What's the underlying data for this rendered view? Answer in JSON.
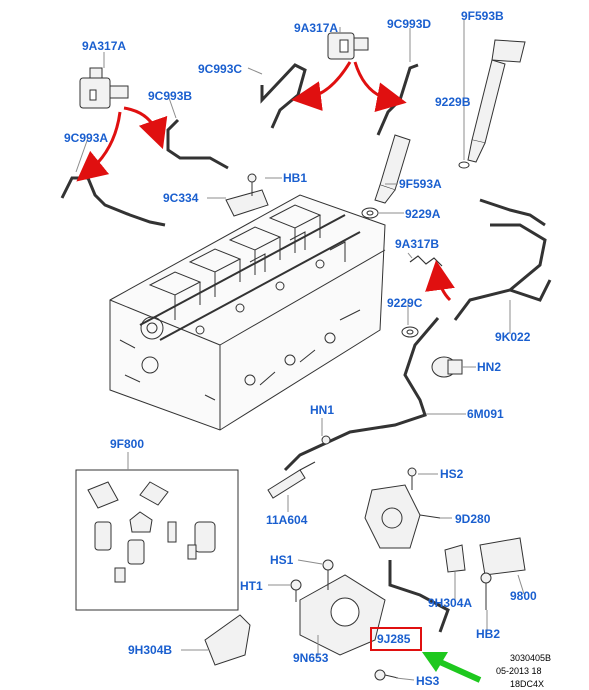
{
  "callouts": {
    "c_9A317A_left": "9A317A",
    "c_9A317A_top": "9A317A",
    "c_9C993B": "9C993B",
    "c_9C993C": "9C993C",
    "c_9C993D": "9C993D",
    "c_9F593B": "9F593B",
    "c_9229B": "9229B",
    "c_9C993A": "9C993A",
    "c_HB1": "HB1",
    "c_9C334": "9C334",
    "c_9F593A": "9F593A",
    "c_9229A": "9229A",
    "c_9A317B": "9A317B",
    "c_9229C": "9229C",
    "c_9K022": "9K022",
    "c_HN2": "HN2",
    "c_HN1": "HN1",
    "c_6M091": "6M091",
    "c_9F800": "9F800",
    "c_HS2": "HS2",
    "c_11A604": "11A604",
    "c_9D280": "9D280",
    "c_HS1": "HS1",
    "c_HT1": "HT1",
    "c_9H304A": "9H304A",
    "c_9800": "9800",
    "c_HB2": "HB2",
    "c_9J285": "9J285",
    "c_9H304B": "9H304B",
    "c_9N653": "9N653",
    "c_HS3": "HS3"
  },
  "highlight_part": "9J285",
  "stamp": {
    "line1": "3030405B",
    "line2": "05-2013 18",
    "line3": "18DC4X"
  },
  "colors": {
    "callout_text": "#1a5fcf",
    "leader_line": "#8c8c8c",
    "highlight_box": "#e01010",
    "red_arrow": "#e01010",
    "green_arrow": "#1ec81e",
    "line_art": "#333333"
  }
}
